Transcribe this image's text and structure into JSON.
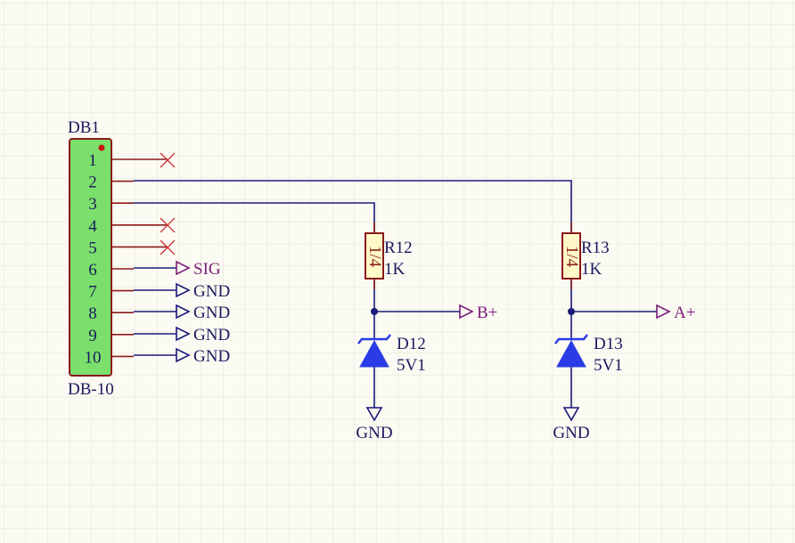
{
  "connector": {
    "designator": "DB1",
    "part": "DB-10",
    "pins": [
      "1",
      "2",
      "3",
      "4",
      "5",
      "6",
      "7",
      "8",
      "9",
      "10"
    ]
  },
  "net_labels": {
    "pin6": "SIG",
    "pin7": "GND",
    "pin8": "GND",
    "pin9": "GND",
    "pin10": "GND"
  },
  "r12": {
    "designator": "R12",
    "value": "1K",
    "body_text": "1/4"
  },
  "r13": {
    "designator": "R13",
    "value": "1K",
    "body_text": "1/4"
  },
  "d12": {
    "designator": "D12",
    "value": "5V1",
    "gnd": "GND"
  },
  "d13": {
    "designator": "D13",
    "value": "5V1",
    "gnd": "GND"
  },
  "ports": {
    "b": "B+",
    "a": "A+"
  },
  "colors": {
    "background": "#fbfaf3",
    "grid": "#e6e4d6",
    "wire": "#1a1a7a",
    "pin": "#8b1a1a",
    "connector_fill": "#7be06b",
    "connector_stroke": "#8b1a1a",
    "resistor_fill": "#fff9c8",
    "diode": "#2b3be6",
    "port": "#7a1d7a",
    "no_erc": "#cc3333"
  }
}
